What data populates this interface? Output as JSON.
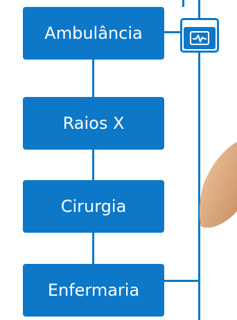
{
  "nodes": [
    {
      "label": "Ambulância"
    },
    {
      "label": "Raios X"
    },
    {
      "label": "Cirurgia"
    },
    {
      "label": "Enfermaria"
    }
  ],
  "icons": {
    "monitor": "heartbeat-monitor-icon"
  },
  "colors": {
    "accent": "#0d78c8",
    "background": "#ffffff",
    "skin": "#e7b98f"
  }
}
